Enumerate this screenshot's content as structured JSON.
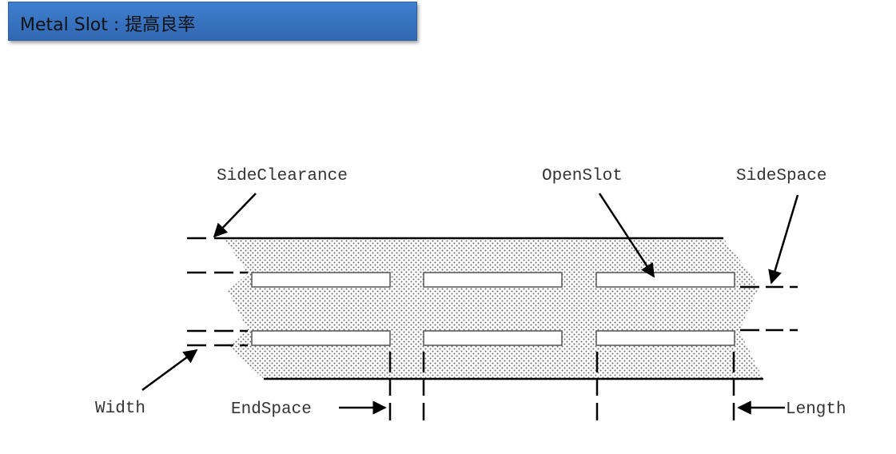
{
  "header": {
    "title": "Metal Slot : 提高良率"
  },
  "diagram": {
    "labels": {
      "side_clearance": "SideClearance",
      "open_slot": "OpenSlot",
      "side_space": "SideSpace",
      "width": "Width",
      "end_space": "EndSpace",
      "length": "Length"
    },
    "slot_rows": 2,
    "slot_columns": 3,
    "colors": {
      "header_bg": "#3a75c4",
      "line": "#000000",
      "fill_pattern_dot": "#555555"
    }
  }
}
